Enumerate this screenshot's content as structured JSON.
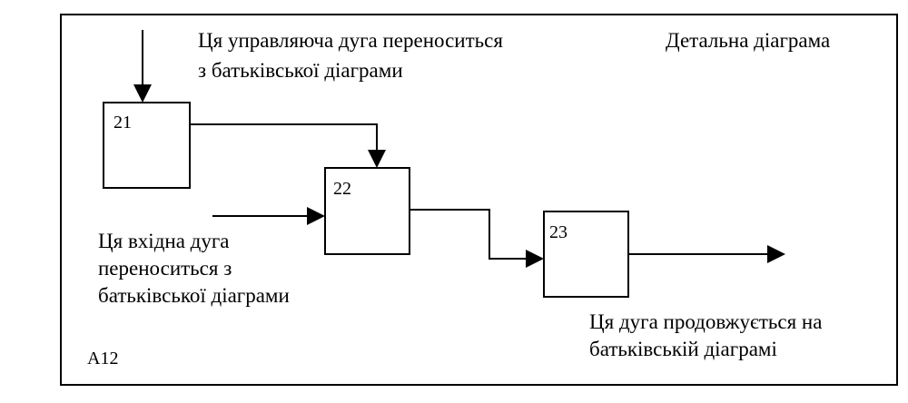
{
  "diagram": {
    "title": "Детальна діаграма",
    "node_number": "A12",
    "boxes": [
      {
        "id": "21"
      },
      {
        "id": "22"
      },
      {
        "id": "23"
      }
    ],
    "annotations": {
      "control_arc": [
        "Ця управляюча дуга переноситься",
        "з батьківської діаграми"
      ],
      "input_arc": [
        "Ця вхідна дуга",
        "переноситься з",
        "батьківської діаграми"
      ],
      "output_arc": [
        "Ця дуга продовжується на",
        "батьківській діаграмі"
      ]
    },
    "colors": {
      "line": "#000000",
      "background": "#ffffff"
    }
  }
}
